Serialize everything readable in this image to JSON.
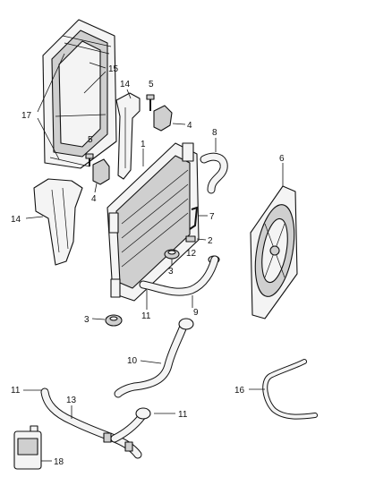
{
  "callouts": {
    "c1": "1",
    "c2": "2",
    "c3a": "3",
    "c3b": "3",
    "c4a": "4",
    "c4b": "4",
    "c5a": "5",
    "c5b": "5",
    "c6": "6",
    "c7": "7",
    "c8": "8",
    "c9": "9",
    "c10": "10",
    "c11a": "11",
    "c11b": "11",
    "c11c": "11",
    "c12": "12",
    "c13": "13",
    "c14a": "14",
    "c14b": "14",
    "c15": "15",
    "c16": "16",
    "c17": "17",
    "c18": "18"
  }
}
